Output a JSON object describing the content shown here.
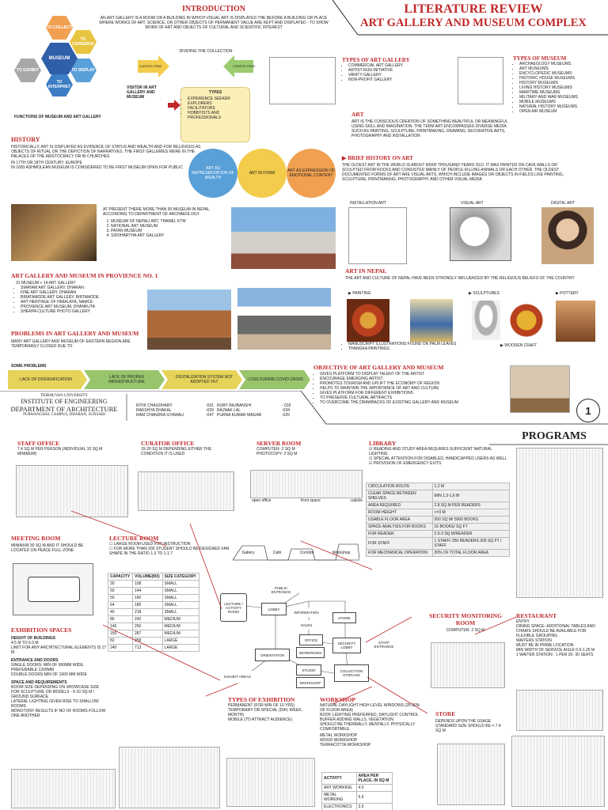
{
  "header": {
    "title_line1": "LITERATURE REVIEW",
    "title_line2": "ART GALLERY AND MUSEUM COMPLEX",
    "page_number": "1",
    "programs_title": "PROGRAMS"
  },
  "introduction": {
    "heading": "INTRODUCTION",
    "text": "AN ART GALLERY IS A ROOM OR A BUILDING IN WHICH VISUAL ART IS DISPLAYED THE BEFORE A BUILDING OR PLACE WHERE WORKS OF ART, SCIENCE, OR OTHER OBJECTS OF PERMANENT VALUE ARE KEPT AND DISPLAYED - TO SHOW WORK OF ART AND OBJECTS OF CULTURAL AND SCIENTIFIC INTEREST",
    "dividing": "DIVIDING THE COLLECTION",
    "arrow_left": "CURATED ITEMS",
    "arrow_right": "CURATED ITEMS",
    "visitor": "VISITOR IN ART GALLERY AND MUSEUM",
    "types_title": "TYPES",
    "types": [
      "EXPERIENCE SEEKER",
      "EXPLORERS",
      "FACILITATORS",
      "HOBBYISTS AND PROFESSIONALS"
    ]
  },
  "functions": {
    "caption": "FUNCTIONS OF MUSEUM AND ART GALLERY",
    "center": "MUSEUM",
    "hexes": [
      "TO COLLECT",
      "TO CONSERVE",
      "TO DISPLAY",
      "TO INTERPRET",
      "TO EXHIBIT"
    ]
  },
  "history": {
    "heading": "HISTORY",
    "text": "HISTORICALLY, ART IS DISPLAYED AS EVIDENCE OF STATUS AND WEALTH AND FOR RELIGIOUS AS OBJECTS OF RITUAL OR THE DEPICTION OF NARRATIVES. THE FIRST GALLERIES WERE IN THE PALACES OF THE ARISTOCRACY OR IN CHURCHES",
    "points": [
      "IN 17TH OR 18TH CENTURY, EUROPE",
      "IN 1683 ASHMOLEAN MUSEUM IS CONSIDERED TO BE FIRST MUSEUM OPEN FOR PUBLIC"
    ],
    "circles": [
      "ART AS REPRESENTATION OF WEALTH",
      "ART IN FORM",
      "ART AS EXPRESSION OF EMOTIONAL CONTENT"
    ]
  },
  "nepal_museums": {
    "text": "AT PRESENT THERE MORE THAN 50 MUSEUM IN NEPAL ACCORDING TO DEPARTMENT OF ARCHAEOLOGY",
    "items": [
      "MUSEUM OF NEPALI ART, THAMEL KTM",
      "NATIONAL ART MUSEUM",
      "PATAN MUSEUM",
      "SIDDHARTHA ART GALLERY"
    ]
  },
  "province": {
    "heading": "ART GALLERY AND MUSEUM IN PROVIENCE NO. 1",
    "intro": "31 MUSEUM + 14 ART GALLERY",
    "items": [
      "SWAYAM ART GALLERY, DHARAN",
      "FINE ART GALLERY, DHARAN",
      "BIRATAMODE ART GALLERY, BIRTAMODE",
      "ART HERITAGE OF HIMALAYA, NAMCE",
      "PROVIENCE ART MUSEUM, DHANKUTA",
      "SHERPA CULTURE PHOTO GALLERY"
    ]
  },
  "problems": {
    "heading": "PROBLEMS IN ART GALLERY AND MUSEUM",
    "text": "MANY ART GALLERY AND MUSEUM OF EASTERN REGION ARE TEMPORARILY CLOSED DUE TO",
    "some": "SOME PROBLEMS",
    "arrows": [
      "LACK OF DIVERSIFICATION",
      "LACK OF PROPER INFRASTRUCTURE",
      "DIGITALIZATION SYSTEM NOT ADOPTED YET",
      "LOSS DURING COVID CRISIS"
    ]
  },
  "types_gallery": {
    "heading": "TYPES OF ART GALLERY",
    "items": [
      "COMMERCIAL ART GALLERY",
      "ARTIST-RUN INITIATIVE",
      "VANITY GALLERY",
      "NON-PROFIT GALLERY"
    ]
  },
  "types_museum": {
    "heading": "TYPES OF MUSEUM",
    "items": [
      "ARCHAEOLOGY MUSEUMS",
      "ART MUSEUMS",
      "ENCYCLOPEDIC MUSEUMS",
      "HISTORIC HOUSE MUSEUMS",
      "HISTORY MUSEUMS",
      "LIVING HISTORY MUSEUMS",
      "MARITIME MUSEUMS",
      "MILITARY AND WAR MUSEUMS",
      "MOBILE MUSEUMS",
      "NATURAL HISTORY MUSEUMS",
      "OPEN AIR MUSEUM"
    ]
  },
  "art": {
    "heading": "ART",
    "text": "ART IS THE CONSCIOUS CREATION OF SOMETHING BEAUTIFUL OR MEANINGFUL USING SKILL AND IMAGINATION. THE TERM ART ENCOMPASSES DIVERSE MEDIA SUCH AS PAINTING, SCULPTURE, PRINTMAKING, DRAWING, DECORATIVE ARTS, PHOTOGRAPHY AND INSTALLATION",
    "brief_heading": "BRIEF HISTORY ON ART",
    "brief_text": "THE OLDEST ART IN THE WORLD IS ABOUT 40000 THOUSAND YEARS OLD. IT WAS PAINTED ON CAVE WALLS OR SCULPTED FROM ROCKS AND CONSISTED MAINLY OF PEOPLE KILLING ANIMALS OR EACH OTHER. THE OLDEST DOCUMENTED FORMS OF ART ARE VISUAL ARTS, WHICH INCLUDE IMAGES OR OBJECTS IN FIELDS LIKE PAINTING, SCULPTURE, PRINTMAKING, PHOTOGRAPHY, AND OTHER VISUAL MEDIA",
    "captions": [
      "INSTALLATION ART",
      "VISUAL ART",
      "DIGITAL ART"
    ]
  },
  "art_nepal": {
    "heading": "ART IN NEPAL",
    "text": "THE ART AND CULTURE OF NEPAL HAVE BEEN STRONGLY INFLUENCED BY THE RELIGIOUS BELIEFS OF THE COUNTRY",
    "labels": [
      "PAINTING",
      "SCULPTURES",
      "POTTERY"
    ],
    "bottom": [
      "MANUSCRIPT ILLUSTRATIONS FOUND ON PALM LEAVES",
      "THANGKA PAINTINGS",
      "WOODEN CRAFT"
    ]
  },
  "objective": {
    "heading": "OBJECTIVE OF ART GALLERY AND MUSEUM",
    "items": [
      "GIVES PLATFORM TO DISPLAY TALENT OF THE ARTIST",
      "ENCOURAGE EMERGING ARTIST",
      "PROMOTES TOURISM AND UPLIFT THE ECONOMY OF REGION",
      "HELPS TO MAINTAIN THE IMPORTANCE OF ART AND CULTURE",
      "GIVES PLATFORM FOR DIFFERENT EXHIBITIONS",
      "TO PRESERVE CULTURAL ARTIFACTS",
      "TO OVERCOME THE DRAWBACKS OF EXISTING GALLERY AND MUSEUM"
    ]
  },
  "titleblock": {
    "uni": "TRIBHUVAN UNIVERSITY",
    "inst": "INSTITUTE OF ENGINEERING",
    "dept": "DEPARTMENT OF ARCHITECTURE",
    "campus": "PURWANCHAL CAMPUS, DHARAN, SUNSARI",
    "names_left": [
      "RITIK CHAUDHARY",
      "RAKSHYA DHAKAL",
      "RAM CHANDRA GYAWALI"
    ],
    "rolls_left": [
      "-031",
      "-029",
      "-047"
    ],
    "names_right": [
      "RUBY RAJBANSHI",
      "RAJNAK LAL",
      "PURNA KUMAR MAGAR"
    ],
    "rolls_right": [
      "- 033",
      "-034",
      "-025"
    ]
  },
  "staff": {
    "heading": "STAFF OFFICE",
    "text": "7.4 SQ M PER PERSON (INDIVIDUAL 10 SQ M MINIMUM)"
  },
  "curator": {
    "heading": "CURATOR OFFICE",
    "text": "15-20 SQ M DEPENDING EITHER THE CONDITION IT IS USED"
  },
  "server": {
    "heading": "SERVER ROOM",
    "lines": [
      "COMPUTER- 2 SQ M",
      "PHOTOCOPY- 2 SQ M"
    ],
    "captions": [
      "open office",
      "front space",
      "cubicle"
    ]
  },
  "library": {
    "heading": "LIBRARY",
    "points": [
      "READING AND STUDY AREA REQUIRES SUFFICIENT NATURAL LIGHTING",
      "SPECIAL ATTENTION FOR DISABLED, HANDICAPPED USERS AS WELL",
      "PROVISION OF EMERGENCY EXITS"
    ],
    "rows": [
      [
        "CIRCULATION ROUTE",
        "1.2 M"
      ],
      [
        "CLEAR SPACE BETWEEN SHELVES",
        "MIN 1.3-1.6 M"
      ],
      [
        "AREA REQUIRED",
        "2.8 SQ M PER READERS"
      ],
      [
        "ROOM HEIGHT",
        ">=3 M"
      ],
      [
        "USABLE FLOOR AREA",
        "500 SQ M/ 5000 BOOKS"
      ],
      [
        "SPACE ANALYSIS FOR BOOKS",
        "15 BOOKS/ SQ FT"
      ],
      [
        "FOR READER",
        "2.5-3 SQ M/READER"
      ],
      [
        "FOR STAFF",
        "1 STAFF/ 250 READERS 200 SQ FT / STAFF"
      ],
      [
        "FOR MECHANICAL OPERATION",
        "20% OF TOTAL FLOOR AREA"
      ]
    ]
  },
  "meeting": {
    "heading": "MEETING ROOM",
    "text": "MINIMUM 30 SQ M AND IT SHOULD BE LOCATED ON PEACE FULL ZONE"
  },
  "lecture": {
    "heading": "LECTURE ROOM",
    "points": [
      "LARGE ROOM USED FOR INSTRUCTION",
      "FOR MORE THAN 200 STUDENT SHOULD BE DESIGNED FAN SHAPE IN THE RATIO 1.3 TO 1.1.7"
    ],
    "columns": [
      "CAPACITY",
      "VOLUME(M3)",
      "SIZE CATEGORY"
    ],
    "rows": [
      [
        "30",
        "108",
        "SMALL"
      ],
      [
        "50",
        "144",
        "SMALL"
      ],
      [
        "50",
        "160",
        "SMALL"
      ],
      [
        "64",
        "180",
        "SMALL"
      ],
      [
        "40",
        "218",
        "SMALL"
      ],
      [
        "80",
        "242",
        "MEDIUM"
      ],
      [
        "140",
        "250",
        "MEDIUM"
      ],
      [
        "150",
        "287",
        "MEDIUM"
      ],
      [
        "82",
        "358",
        "LARGE"
      ],
      [
        "240",
        "713",
        "LARGE"
      ]
    ]
  },
  "diagram": {
    "labels": [
      "Gallery",
      "Café",
      "Corridor",
      "Workshop"
    ],
    "nodes": [
      "LECTURE / ACTIVITY ROOM",
      "PUBLIC ENTRANCE",
      "LOBBY",
      "INFORMATION",
      "STORE",
      "SALES",
      "OFFICE",
      "ORIENTATION",
      "WORKROOM",
      "SECURITY LOBBY",
      "STAFF ENTRANCE",
      "EXHIBIT AREAS",
      "STUDIO",
      "WORKSHOP",
      "COLLECTION STORAGE"
    ]
  },
  "exhibition": {
    "heading": "EXHIBITION SPACES",
    "height_title": "HEIGHT OF BUILDINGS",
    "height": [
      "4.5 M TO 6.0 M",
      "LIMIT FOR ANY ARCHITECTURAL ELEMENTS IS 17 M"
    ],
    "doors_title": "ENTRANCE AND DOORS",
    "doors": [
      "SINGLE DOORS: MIN OF 900MM WIDE, PREFERABLE 1200MM",
      "DOUBLE DOORS MIN OF 1600 MM WIDE"
    ],
    "space_title": "SPACE AND REQUIREMENTS",
    "space": [
      "ROOM SIZE DEPENDING ON SHOWCASE SIZE",
      "FOR SCULPTURE OR MODELS - 6-10 SQ M / GROUND SURFACE",
      "LATERAL LIGHTING GIVEN RISE TO SHALLOW ROOMS",
      "MONOTONY RESULTS IF NO OF ROOMS FOLLOW ONE ANOTHER"
    ]
  },
  "types_exhibition": {
    "heading": "TYPES OF EXHIBITION",
    "items": [
      "PERMANENT (FOR MIN OF 10 YRS)",
      "TEMPORARY OR SPECIAL (DAY, WEEK, MONTH)",
      "MOBILE (TO ATTRACT AUDIENCE)"
    ]
  },
  "workshop": {
    "heading": "WORKSHOP",
    "points": [
      "NATURAL DAYLIGHT HIGH LEVEL WINDOWS (25-30% OF FLOOR AREA)",
      "ROOF LIGHTING PREFERRED, DAYLIGHT CONTROL",
      "BUFFER ADDING WALLS, VEGETATION",
      "SHOULD BE THERMALLY, MENTALLY, PHYSICALLY COMFORTABLE",
      "METAL WORKSHOP",
      "WOOD WORKSHOP",
      "TERRACOTTA WORKSHOP"
    ],
    "columns": [
      "ACTIVITY",
      "AREA PER PLACE, IN SQ M"
    ],
    "rows": [
      [
        "ART WORKING",
        "4.5"
      ],
      [
        "METAL WORKING",
        "5.5"
      ],
      [
        "ELECTRONICS",
        "3.5"
      ]
    ]
  },
  "security": {
    "heading": "SECURITY MONITORING ROOM",
    "text": "COMPUTER- 2 SQ M"
  },
  "store": {
    "heading": "STORE",
    "text": "DEPENDS UPON THE USAGE STANDARD SIZE SHOULD BE = 7.4 SQ M"
  },
  "restaurant": {
    "heading": "RESTAURANT",
    "points": [
      "ENTRY",
      "DINING SPACE- ADDITIONAL TABLES AND CHAIRS SHOULD BE AVAILABLE FOR FLEXIBLE GROUPING",
      "WAITERS STATION",
      "MUST BE IN PRIME LOCATION",
      "MIN WIDTH OF SERVICE AISLE 0.9-1.25 M",
      "1 WAITER STATION : 1 PER 20- 30 SEATS"
    ]
  }
}
